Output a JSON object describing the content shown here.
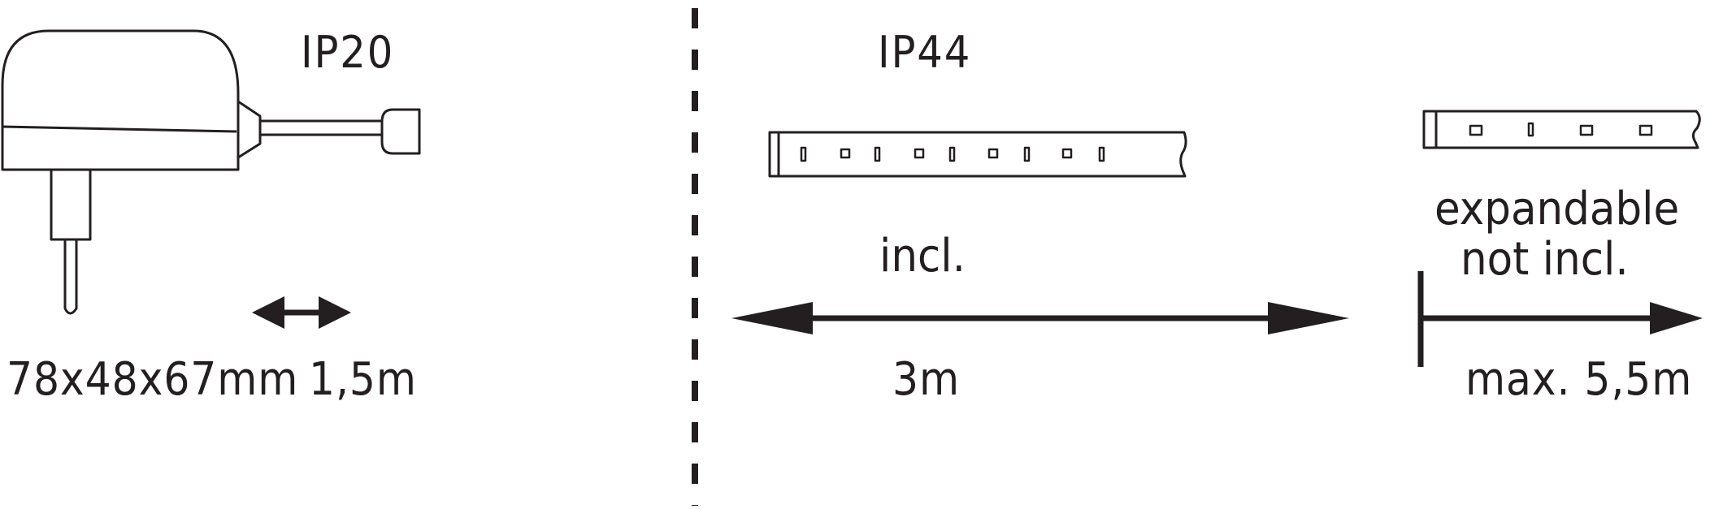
{
  "diagram": {
    "colors": {
      "stroke": "#231f20",
      "background": "#ffffff"
    },
    "left_section": {
      "protection_rating": "IP20",
      "device": "plug-in power adapter",
      "device_dimensions": "78x48x67mm",
      "cable_length": "1,5m"
    },
    "divider": {
      "style": "dashed vertical line"
    },
    "middle_section": {
      "protection_rating": "IP44",
      "component": "LED strip",
      "inclusion_label": "incl.",
      "length": "3m",
      "led_count": 9
    },
    "right_section": {
      "component": "LED strip extension",
      "inclusion_label_line1": "expandable",
      "inclusion_label_line2": "not incl.",
      "max_length": "max. 5,5m",
      "led_count": 4
    }
  }
}
